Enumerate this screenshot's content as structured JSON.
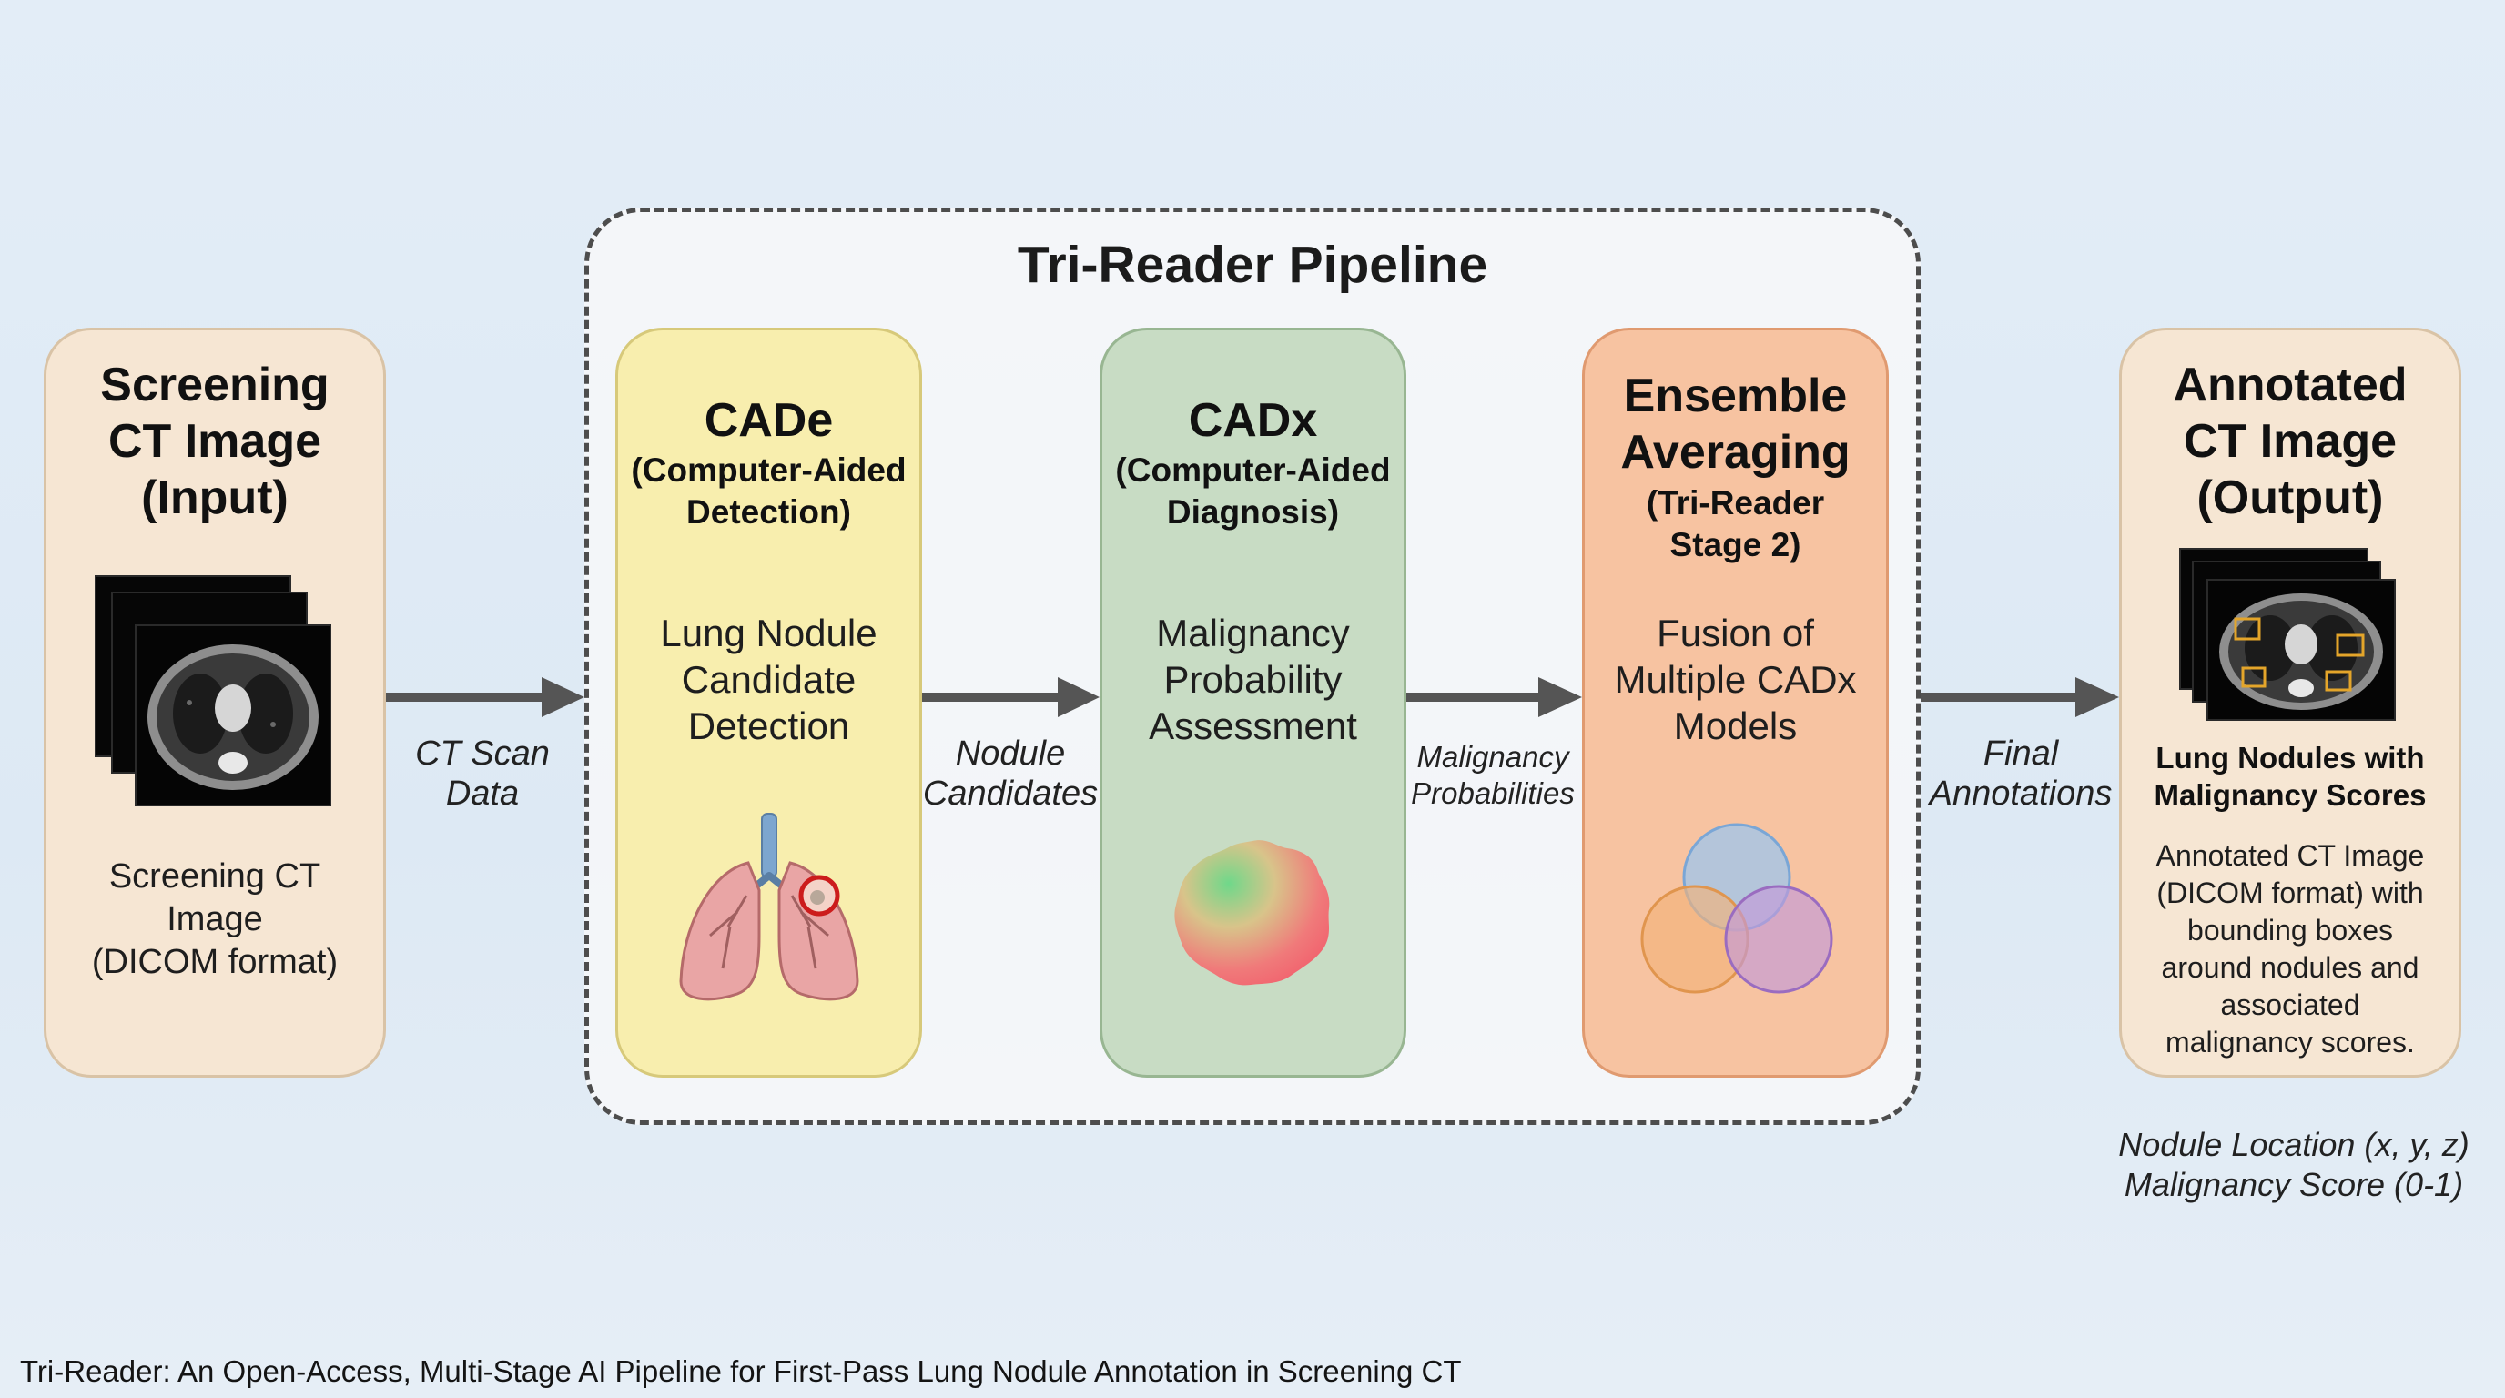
{
  "title": "Tri-Reader Pipeline",
  "caption": "Tri-Reader: An Open-Access, Multi-Stage AI Pipeline for First-Pass Lung Nodule Annotation in Screening CT",
  "input": {
    "head_lines": [
      "Screening",
      "CT Image",
      "(Input)"
    ],
    "desc_lines": [
      "Screening CT",
      "Image",
      "(DICOM format)"
    ]
  },
  "cade": {
    "title": "CADe",
    "subtitle_lines": [
      "(Computer-Aided",
      "Detection)"
    ],
    "desc_lines": [
      "Lung Nodule",
      "Candidate",
      "Detection"
    ]
  },
  "cadx": {
    "title": "CADx",
    "subtitle_lines": [
      "(Computer-Aided",
      "Diagnosis)"
    ],
    "desc_lines": [
      "Malignancy",
      "Probability",
      "Assessment"
    ]
  },
  "ensemble": {
    "title_lines": [
      "Ensemble",
      "Averaging"
    ],
    "subtitle_lines": [
      "(Tri-Reader",
      "Stage 2)"
    ],
    "desc_lines": [
      "Fusion of",
      "Multiple CADx",
      "Models"
    ]
  },
  "output": {
    "head_lines": [
      "Annotated",
      "CT Image",
      "(Output)"
    ],
    "sub_lines": [
      "Lung Nodules with",
      "Malignancy Scores"
    ],
    "desc_lines": [
      "Annotated CT Image",
      "(DICOM format) with",
      "bounding boxes",
      "around nodules and",
      "associated",
      "malignancy scores."
    ],
    "note_lines": [
      "Nodule Location (x, y, z)",
      "Malignancy Score (0-1)"
    ]
  },
  "edges": {
    "e1": [
      "CT Scan",
      "Data"
    ],
    "e2": [
      "Nodule",
      "Candidates"
    ],
    "e3": [
      "Malignancy",
      "Probabilities"
    ],
    "e4": [
      "Final",
      "Annotations"
    ]
  },
  "colors": {
    "input_fill": "#f6e6d3",
    "cade_fill": "#f8eeae",
    "cadx_fill": "#c8dcc4",
    "ensemble_fill": "#f7c3a1",
    "output_fill": "#f6e6d3",
    "arrow": "#555555"
  },
  "icons": {
    "input_image": "ct-scan-stack-icon",
    "cade_image": "lungs-with-nodule-icon",
    "cadx_image": "nodule-heatmap-icon",
    "ensemble_image": "venn-diagram-icon",
    "output_image": "annotated-ct-stack-icon"
  }
}
